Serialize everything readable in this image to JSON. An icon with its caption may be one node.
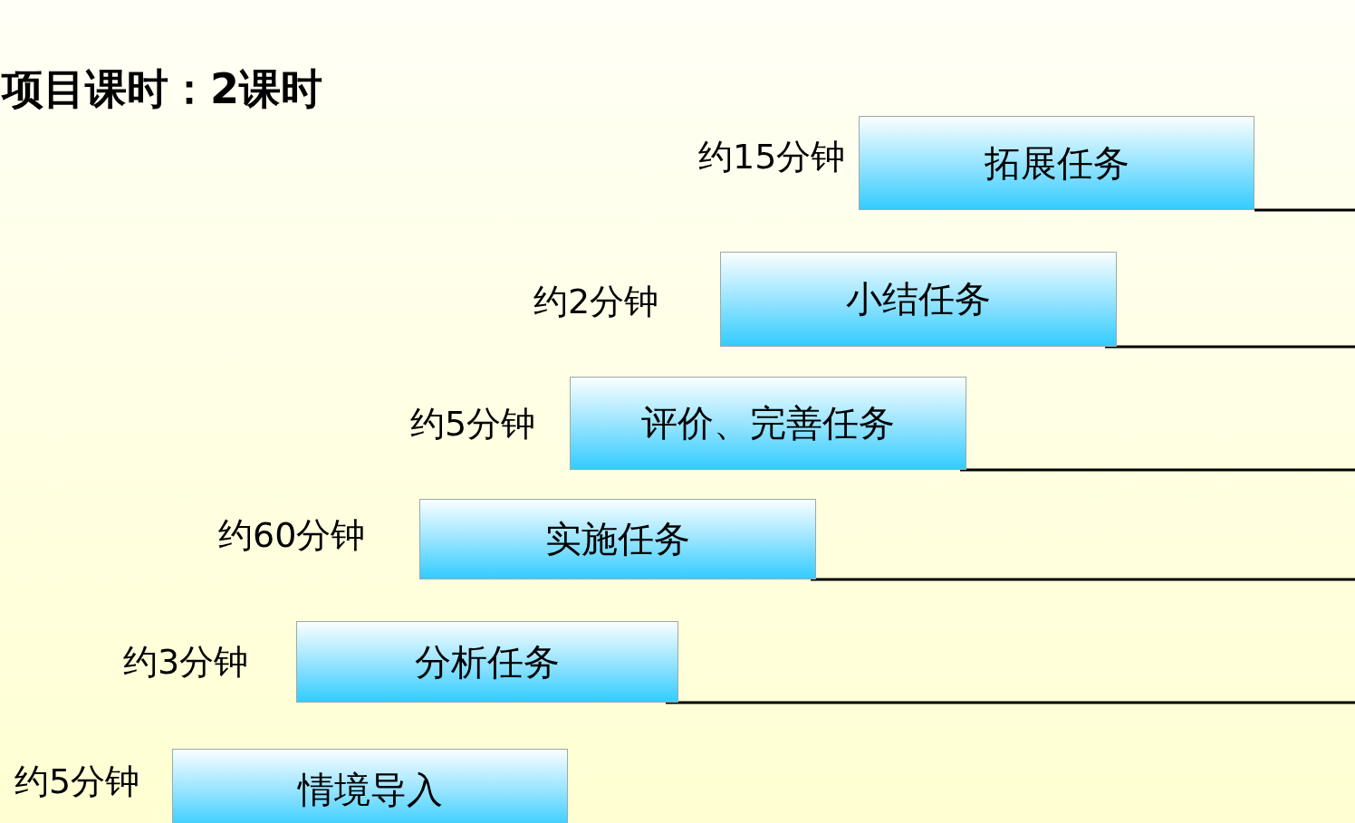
{
  "diagram": {
    "title": "项目课时：2课时",
    "nodes": [
      {
        "text": [
          "拓展任务"
        ],
        "beside": [
          "约15分钟"
        ]
      },
      {
        "text": [
          "小结任务"
        ],
        "beside": [
          "约2分钟"
        ]
      },
      {
        "text": [
          "评价、完善任务"
        ],
        "beside": [
          "约5分钟"
        ]
      },
      {
        "text": [
          "实施任务"
        ],
        "beside": [
          "约60分钟"
        ]
      },
      {
        "text": [
          "分析任务"
        ],
        "beside": [
          "约3分钟"
        ]
      },
      {
        "text": [
          "情境导入"
        ],
        "beside": [
          "约5分钟"
        ]
      }
    ]
  }
}
